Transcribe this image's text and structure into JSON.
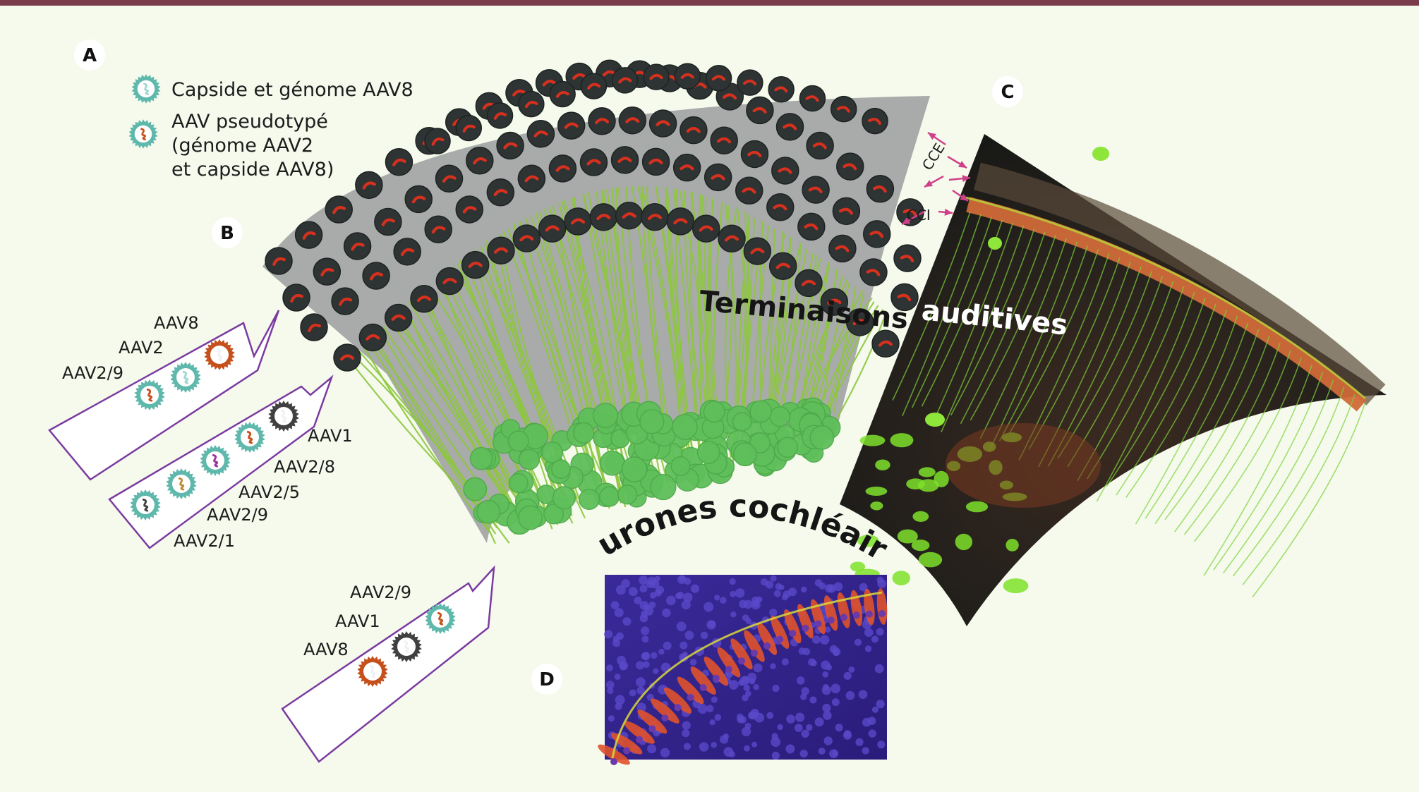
{
  "panels": {
    "a": "A",
    "b": "B",
    "c": "C",
    "d": "D"
  },
  "legend": {
    "item1": "Capside et génome AAV8",
    "item2_line1": "AAV pseudotypé",
    "item2_line2": "(génome AAV2",
    "item2_line3": "et capside AAV8)"
  },
  "tag1": {
    "labels": [
      "AAV8",
      "AAV2",
      "AAV2/9"
    ],
    "viruses": [
      {
        "capsid": "#c5501c",
        "genome": "#f1f1f1"
      },
      {
        "capsid": "#5fb8ac",
        "genome": "#9fd8d0"
      },
      {
        "capsid": "#5fb8ac",
        "genome": "#c5501c"
      }
    ]
  },
  "tag2": {
    "labels": [
      "AAV1",
      "AAV2/8",
      "AAV2/5",
      "AAV2/9",
      "AAV2/1"
    ],
    "viruses": [
      {
        "capsid": "#404040",
        "genome": "#f1f1f1"
      },
      {
        "capsid": "#5fb8ac",
        "genome": "#c5501c"
      },
      {
        "capsid": "#5fb8ac",
        "genome": "#a0309a"
      },
      {
        "capsid": "#5fb8ac",
        "genome": "#c08a30"
      },
      {
        "capsid": "#5fb8ac",
        "genome": "#404040"
      }
    ]
  },
  "tag3": {
    "labels": [
      "AAV2/9",
      "AAV1",
      "AAV8"
    ],
    "viruses": [
      {
        "capsid": "#5fb8ac",
        "genome": "#c5501c"
      },
      {
        "capsid": "#404040",
        "genome": "#f1f1f1"
      },
      {
        "capsid": "#c5501c",
        "genome": "#f1f1f1"
      }
    ]
  },
  "cell_labels": {
    "cce": "CCE",
    "cci": "CCI"
  },
  "titles": {
    "terminaisons": "Terminaisons",
    "auditives": "auditives",
    "neurones": "Neurones cochléaires"
  },
  "colors": {
    "border": "#7a3b4a",
    "background": "#f5faec",
    "tissue": "#a9aaaa",
    "cell": "#2e3433",
    "nucleus": "#d8301e",
    "fiber": "#8dc63f",
    "neuron": "#5fbf5a",
    "tag": "#7a3ba0",
    "arrow": "#d0408a"
  }
}
